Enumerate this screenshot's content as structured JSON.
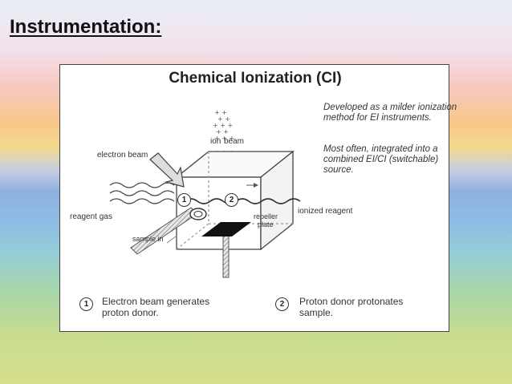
{
  "slide": {
    "title": "Instrumentation:"
  },
  "diagram": {
    "title": "Chemical Ionization (CI)",
    "notes": [
      "Developed as a milder ionization method for EI instruments.",
      "Most often, integrated into a combined EI/CI (switchable) source."
    ],
    "labels": {
      "ion_beam_line1": "ion",
      "ion_beam_line2": "beam",
      "electron_beam": "electron beam",
      "reagent_gas": "reagent gas",
      "sample_in": "sample in",
      "repeller_line1": "repeller",
      "repeller_line2": "plate",
      "ionized_reagent": "ionized reagent"
    },
    "markers": [
      "1",
      "2"
    ],
    "steps": [
      {
        "number": "1",
        "line1": "Electron beam generates",
        "line2": "proton donor."
      },
      {
        "number": "2",
        "line1": "Proton donor protonates",
        "line2": "sample."
      }
    ]
  }
}
